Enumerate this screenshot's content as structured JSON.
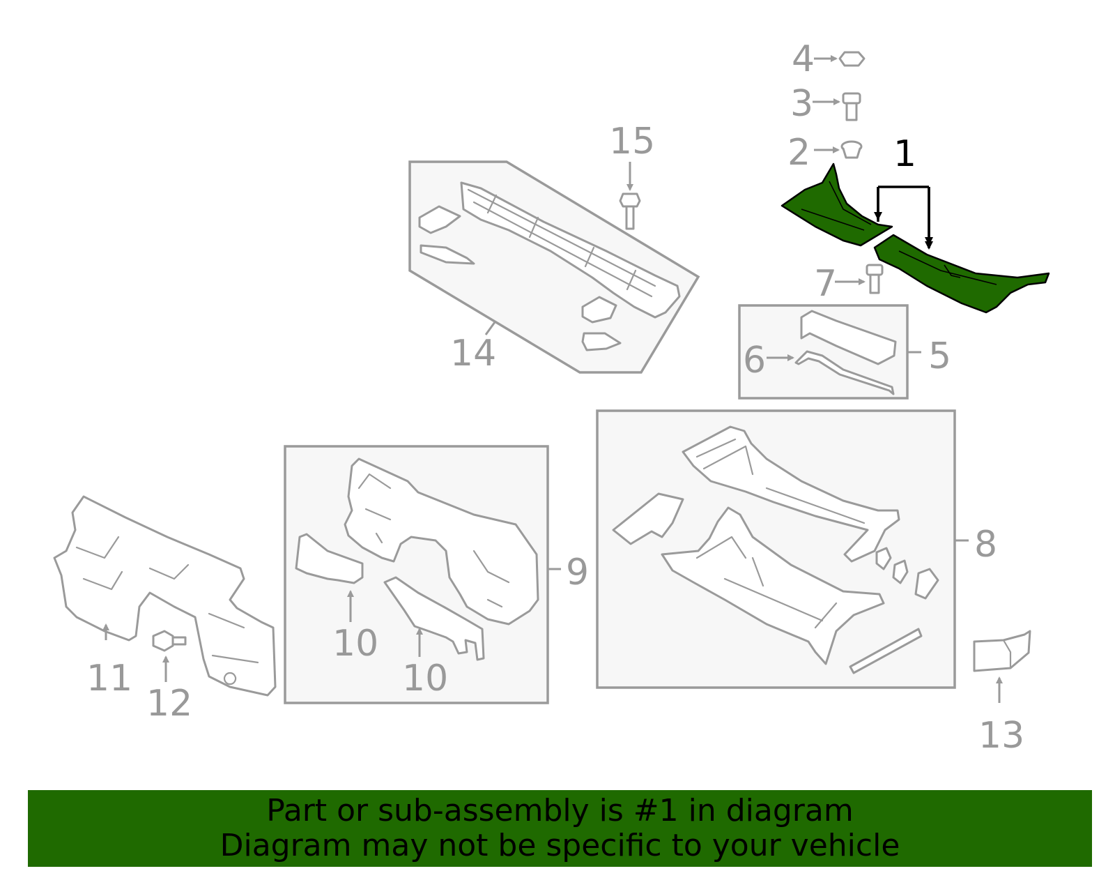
{
  "callouts": {
    "c1": "1",
    "c2": "2",
    "c3": "3",
    "c4": "4",
    "c5": "5",
    "c6": "6",
    "c7": "7",
    "c8": "8",
    "c9": "9",
    "c10a": "10",
    "c10b": "10",
    "c11": "11",
    "c12": "12",
    "c13": "13",
    "c14": "14",
    "c15": "15"
  },
  "highlight_color": "#1f6a00",
  "banner": {
    "line1": "Part or sub-assembly is #1 in diagram",
    "line2": "Diagram may not be specific to your vehicle"
  }
}
